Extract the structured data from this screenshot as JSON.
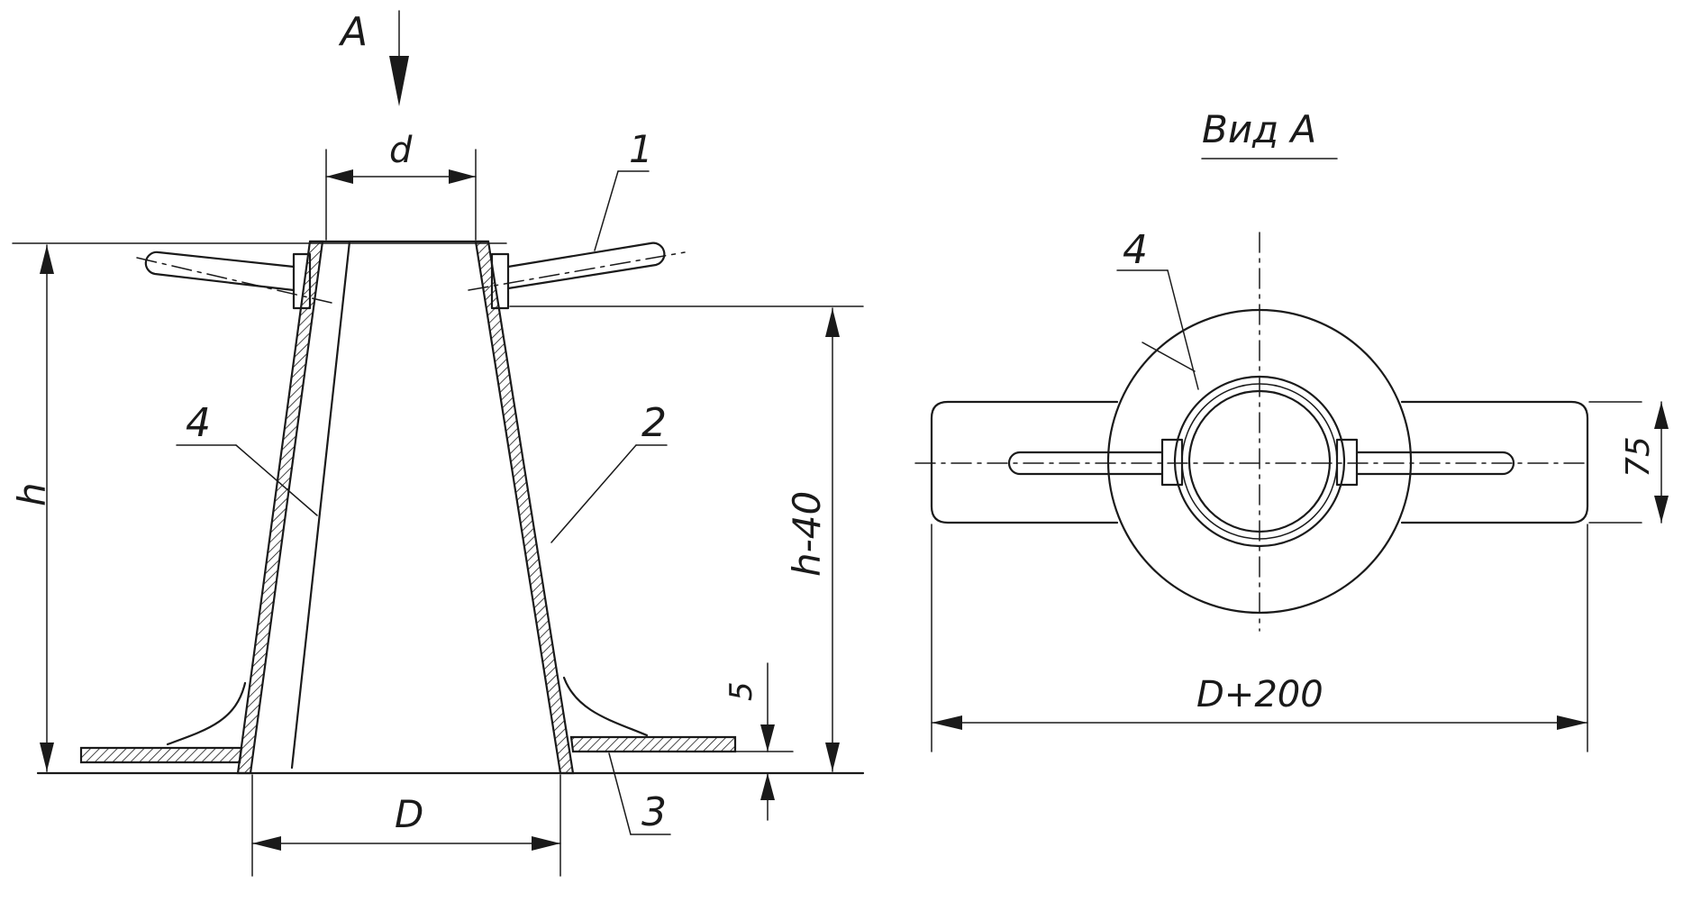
{
  "view_marker": "A",
  "dimensions": {
    "top_diameter": "d",
    "base_diameter": "D",
    "height": "h",
    "height_minus": "h-40",
    "plate_offset": "5",
    "handle_width": "75",
    "overall_width": "D+200"
  },
  "callouts": [
    "1",
    "2",
    "3",
    "4"
  ],
  "view_a": {
    "title": "Вид А",
    "callout": "4"
  }
}
